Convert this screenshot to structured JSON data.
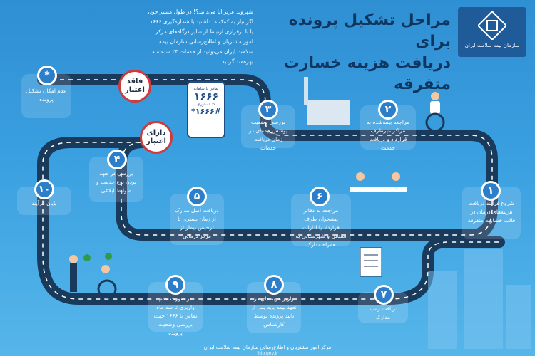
{
  "header": {
    "title_line1": "مراحل تشکیل پرونده برای",
    "title_line2": "دریافت هزینه خسارت متفرقه",
    "intro_text": "شهروند عزیز آیا می‌دانید؟! در طول مسیر خود، اگر نیاز به کمک ما داشتید با شماره‌گیری ۱۶۶۶ یا با برقراری ارتباط از سایر درگاه‌های مرکز امور مشتریان و اطلاع‌رسانی سازمان بیمه سلامت ایران می‌توانید از خدمات ۲۴ ساعته ما بهره‌مند گردید.",
    "logo_text": "سازمان بیمه سلامت ایران"
  },
  "steps": [
    {
      "num": "۱",
      "text": "شروع فرآیند دریافت هزینه‌های درمان در قالب خسارت متفرقه"
    },
    {
      "num": "۲",
      "text": "مراجعه بیمه‌شده به مراکز غیرطرف قرارداد و دریافت خدمت"
    },
    {
      "num": "۳",
      "text": "بررسی وضعیت پوشش بیمه‌ای در زمان دریافت خدمات"
    },
    {
      "num": "۴",
      "text": "بررسی در تعهد بودن نوع خدمت و ضوابط ابلاغی"
    },
    {
      "num": "۵",
      "text": "دریافت اصل مدارک از زمان بستری تا ترخیص بیمار از مرکز درمانی"
    },
    {
      "num": "۶",
      "text": "مراجعه به دفاتر پیشخوان طرف قرارداد یا ادارات استانی و شهرستانی به همراه مدارک"
    },
    {
      "num": "۷",
      "text": "دریافت رسید مدارک"
    },
    {
      "num": "۸",
      "text": "واریز هزینه‌های در تعهد بیمه پایه پس از تایید پرونده توسط کارشناس"
    },
    {
      "num": "۹",
      "text": "در صورت عدم واریزی تا سه ماه تماس با ۱۶۶۶ جهت بررسی وضعیت پرونده"
    },
    {
      "num": "۱۰",
      "text": "پایان فرآیند"
    },
    {
      "num": "*",
      "text": "عدم امکان تشکیل پرونده"
    }
  ],
  "stamps": {
    "invalid": "فاقد اعتبار",
    "valid": "دارای اعتبار"
  },
  "phone": {
    "line1": "تماس با سامانه",
    "number": "۱۶۶۶",
    "line2": "کد دستوری",
    "code": "*۱۶۶۶#"
  },
  "footer": {
    "text": "مرکز امور مشتریان و اطلاع‌رسانی سازمان بیمه سلامت ایران",
    "site": "ihio.gov.ir"
  },
  "colors": {
    "background": "#3aa0e0",
    "road": "#1a3a5c",
    "badge": "#2d7ec9",
    "stamp_ring": "#cf3a3a"
  }
}
